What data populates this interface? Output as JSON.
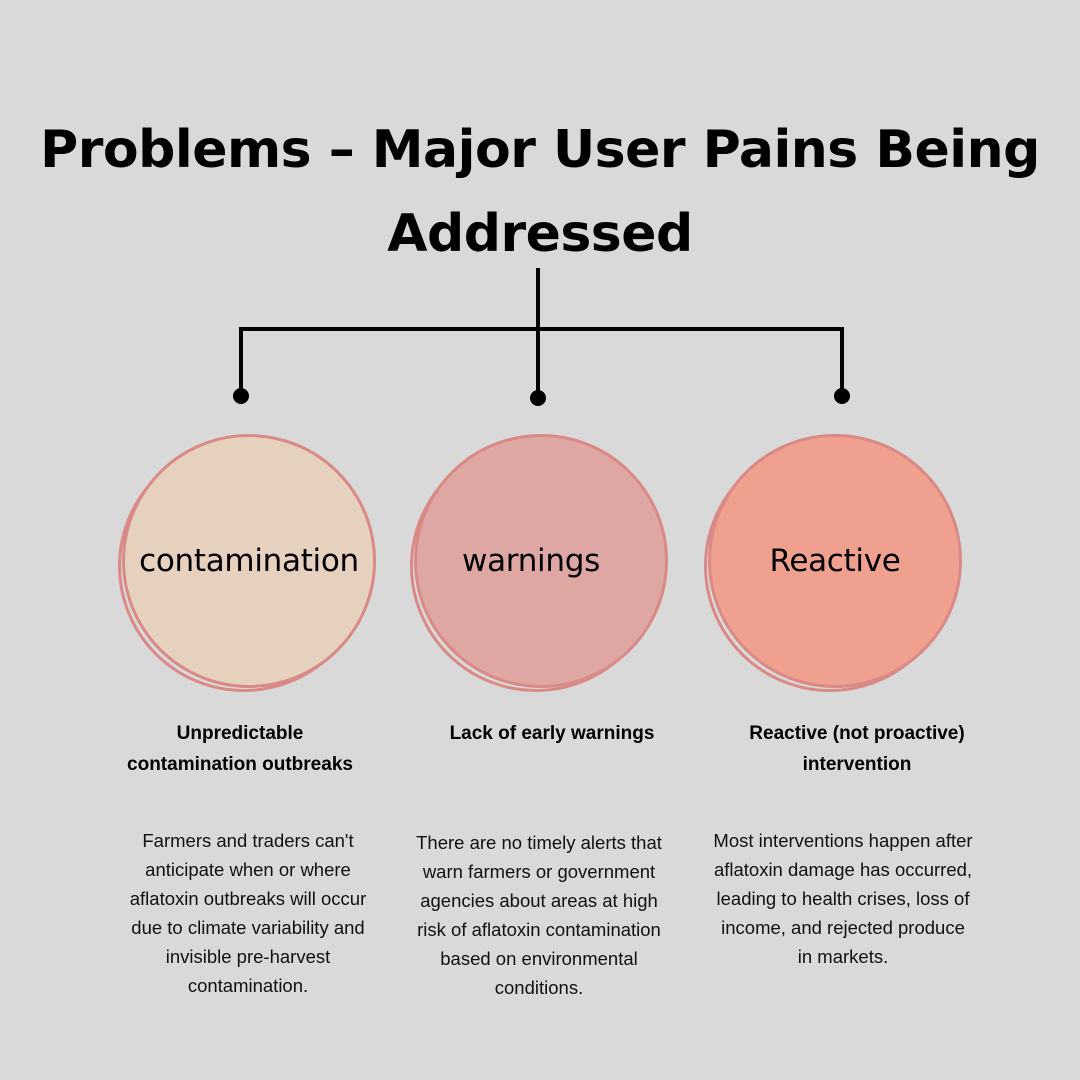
{
  "title": {
    "line1": "Problems – Major User Pains Being",
    "line2": "Addressed"
  },
  "colors": {
    "background": "#d9d9d9",
    "circle_border": "#d98a86",
    "contamination_fill": "#e6d1bf",
    "warnings_fill": "#dea7a3",
    "reactive_fill": "#f0a08e"
  },
  "problems": [
    {
      "label": "contamination",
      "subtitle": "Unpredictable contamination outbreaks",
      "description": "Farmers and traders can't anticipate when or where aflatoxin outbreaks will occur due to climate variability and invisible pre-harvest contamination."
    },
    {
      "label": "warnings",
      "subtitle": "Lack of early warnings",
      "description": "There are no timely alerts that warn farmers or government agencies about areas at high risk of aflatoxin contamination based on environmental conditions."
    },
    {
      "label": "Reactive",
      "subtitle": "Reactive (not proactive) intervention",
      "description": "Most interventions happen after aflatoxin damage has occurred, leading to health crises, loss of income, and rejected produce in markets."
    }
  ]
}
